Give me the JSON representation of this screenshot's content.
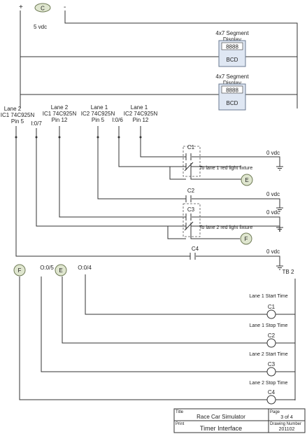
{
  "supply": {
    "plus": "+",
    "minus": "-",
    "node_label": "C",
    "voltage": "5 vdc"
  },
  "displays": [
    {
      "title_line1": "4x7 Segment",
      "title_line2": "Display",
      "digits": "8888",
      "box_label": "BCD"
    },
    {
      "title_line1": "4x7 Segment",
      "title_line2": "Display",
      "digits": "8888",
      "box_label": "BCD"
    }
  ],
  "inputs": [
    {
      "lines": [
        "Lane 2",
        "IC1 74C925N",
        "Pin 5"
      ]
    },
    {
      "lines": [
        "I:0/7"
      ]
    },
    {
      "lines": [
        "Lane 2",
        "IC1 74C925N",
        "Pin 12"
      ]
    },
    {
      "lines": [
        "Lane 1",
        "IC2 74C925N",
        "Pin 5"
      ]
    },
    {
      "lines": [
        "I:0/6"
      ]
    },
    {
      "lines": [
        "Lane 1",
        "IC2 74C925N",
        "Pin 12"
      ]
    }
  ],
  "contacts": {
    "c1": "C1",
    "c2": "C2",
    "c3": "C3",
    "c4": "C4",
    "vdc": "0 vdc",
    "lane1_fixture": "To lane 1 red light fixture",
    "lane2_fixture": "To lane 2 red light fixture",
    "node_e": "E",
    "node_f": "F",
    "tb": "TB 2"
  },
  "outputs": {
    "node_f": "F",
    "node_e": "E",
    "o5": "O:0/5",
    "o4": "O:0/4",
    "coils": [
      {
        "desc": "Lane 1 Start Time",
        "name": "C1"
      },
      {
        "desc": "Lane 1 Stop Time",
        "name": "C2"
      },
      {
        "desc": "Lane 2 Start Time",
        "name": "C3"
      },
      {
        "desc": "Lane 2 Stop Time",
        "name": "C4"
      }
    ]
  },
  "title_block": {
    "title_label": "Title",
    "title": "Race Car Simulator",
    "page_label": "Page",
    "page": "3 of 4",
    "print_label": "Print",
    "print": "Timer Interface",
    "drawing_label": "Drawing Number",
    "drawing": "201102"
  }
}
